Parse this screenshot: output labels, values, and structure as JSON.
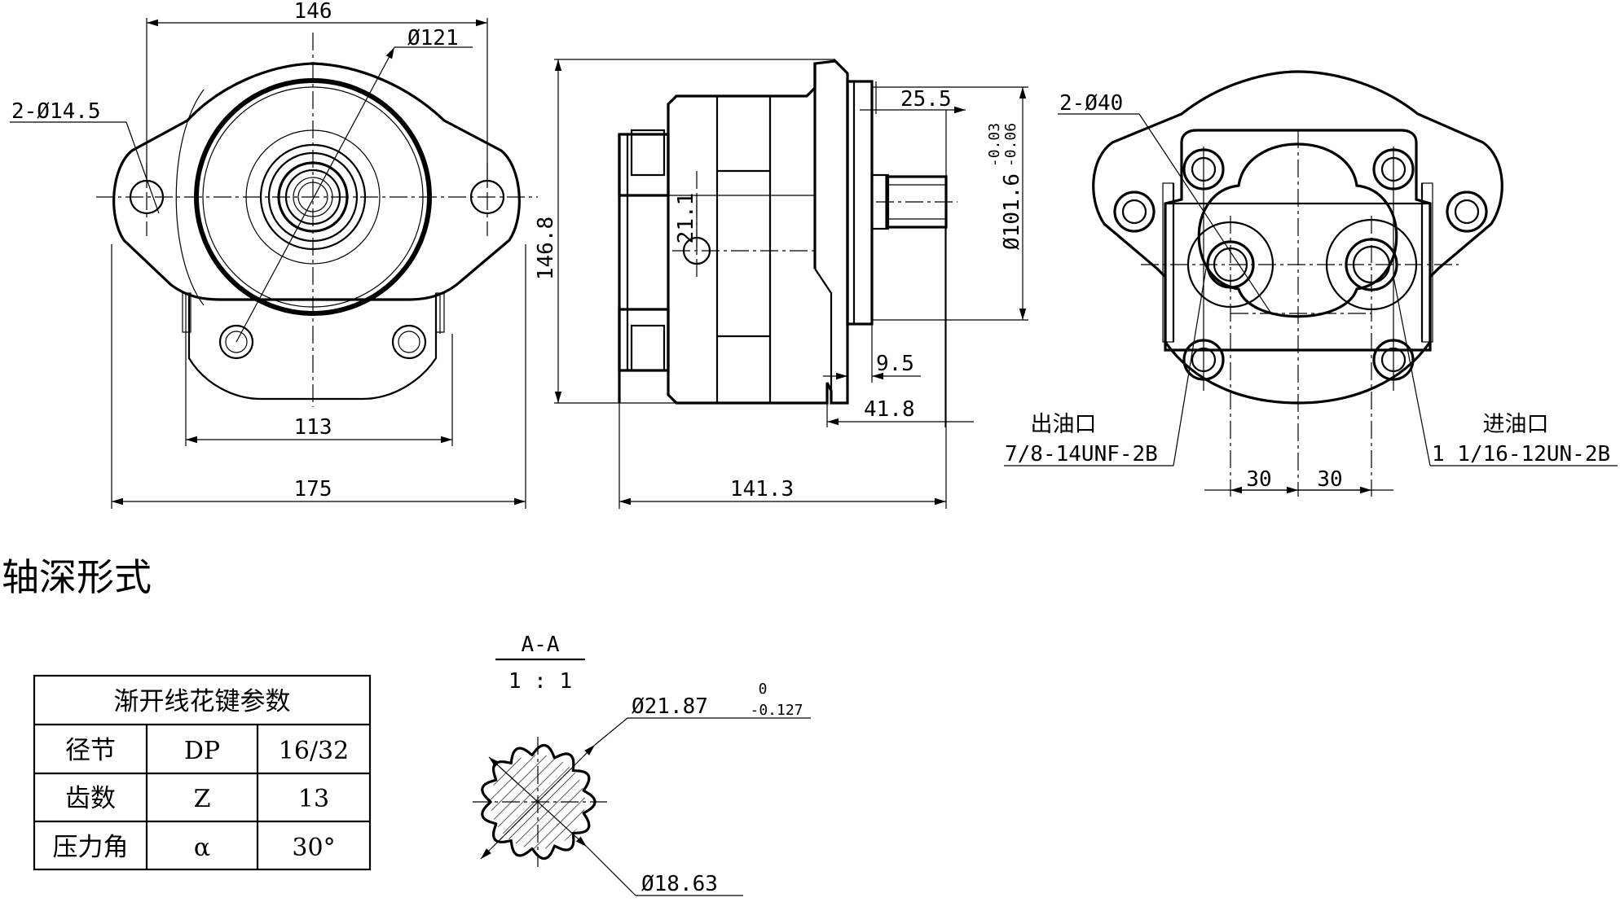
{
  "front_view": {
    "dim_top_width": "146",
    "dim_bolt_circle": "Ø121",
    "dim_mount_holes": "2-Ø14.5",
    "dim_pilot_width": "113",
    "dim_overall_width": "175"
  },
  "side_view": {
    "dim_shaft_length": "25.5",
    "dim_pilot_diameter": "Ø101.6",
    "dim_pilot_tol_upper": "-0.03",
    "dim_pilot_tol_lower": "-0.06",
    "dim_height": "146.8",
    "dim_port_offset": "21.1",
    "dim_flange_thickness": "9.5",
    "dim_flange_to_face": "41.8",
    "dim_overall_length": "141.3"
  },
  "rear_view": {
    "dim_ports": "2-Ø40",
    "outlet_label": "出油口",
    "outlet_thread": "7/8-14UNF-2B",
    "inlet_label": "进油口",
    "inlet_thread": "1 1/16-12UN-2B",
    "dim_left_offset": "30",
    "dim_right_offset": "30"
  },
  "section_title": "轴深形式",
  "spline_table": {
    "title": "渐开线花键参数",
    "rows": [
      [
        "径节",
        "DP",
        "16/32"
      ],
      [
        "齿数",
        "Z",
        "13"
      ],
      [
        "压力角",
        "α",
        "30°"
      ]
    ]
  },
  "section_view": {
    "label": "A-A",
    "scale": "1 : 1",
    "dim_major": "Ø21.87",
    "dim_major_tol_upper": "0",
    "dim_major_tol_lower": "-0.127",
    "dim_minor": "Ø18.63"
  }
}
